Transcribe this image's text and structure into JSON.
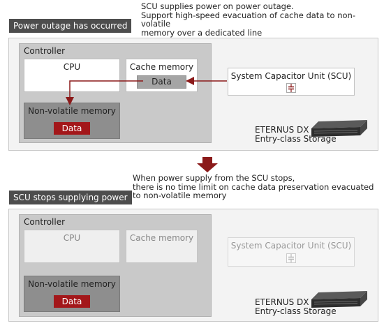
{
  "top": {
    "label": "Power outage has occurred",
    "note": "SCU supplies power on power outage.\nSupport high-speed evacuation of cache data to non-volatile\nmemory over a dedicated line",
    "controller": "Controller",
    "cpu": "CPU",
    "cache": "Cache memory",
    "cache_data": "Data",
    "nvm": "Non-volatile memory",
    "nvm_data": "Data",
    "scu": "System Capacitor Unit (SCU)",
    "storage": "ETERNUS DX\nEntry-class Storage"
  },
  "bottom": {
    "note": "When power supply from the SCU stops,\nthere is no time limit on cache data preservation evacuated\nto non-volatile memory",
    "label": "SCU stops supplying power",
    "controller": "Controller",
    "cpu": "CPU",
    "cache": "Cache memory",
    "nvm": "Non-volatile memory",
    "nvm_data": "Data",
    "scu": "System Capacitor Unit (SCU)",
    "storage": "ETERNUS DX\nEntry-class Storage"
  },
  "colors": {
    "accent_red": "#a3171a",
    "arrow_dark_red": "#8b1a1a",
    "label_bg": "#4d4d4d"
  },
  "icons": {
    "capacitor": "capacitor-icon",
    "storage": "storage-device-icon",
    "flow_arrow": "down-arrow-icon"
  }
}
